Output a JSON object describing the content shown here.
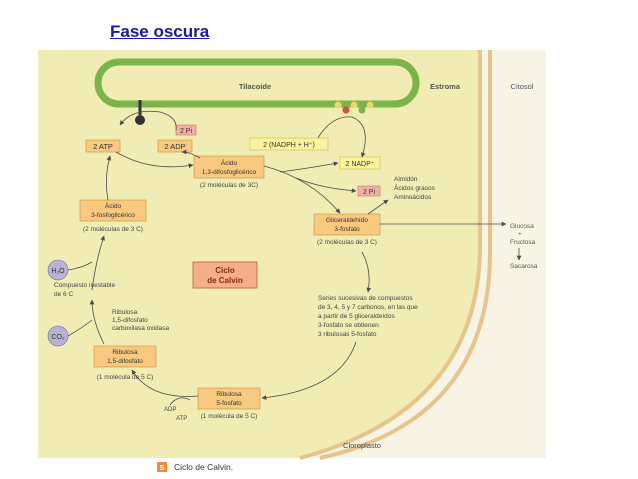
{
  "page": {
    "title": "Fase oscura"
  },
  "diagram": {
    "regions": {
      "thylakoid": "Tilacoide",
      "stroma": "Estroma",
      "cytosol": "Citosol",
      "chloroplast": "Cloroplasto"
    },
    "boxes": {
      "two_pi_top": "2 Pi",
      "two_atp": "2 ATP",
      "two_adp": "2 ADP",
      "nadph": "2 (NADPH + H⁺)",
      "nadp": "2 NADP⁺",
      "two_pi_mid": "2 Pi",
      "bpg_line1": "Ácido",
      "bpg_line2": "1,3-difosfoglicérico",
      "pga_line1": "Ácido",
      "pga_line2": "3-fosfoglicérico",
      "g3p_line1": "Gliceraldehído",
      "g3p_line2": "3-fosfato",
      "rubp_line1": "Ribulosa",
      "rubp_line2": "1,5-difosfato",
      "ru5p_line1": "Ribulosa",
      "ru5p_line2": "5-fosfato",
      "calvin_line1": "Ciclo",
      "calvin_line2": "de Calvin"
    },
    "labels": {
      "bpg_count": "(2 moléculas de 3C)",
      "pga_count": "(2 moléculas de 3 C)",
      "g3p_count": "(2 moléculas de 3 C)",
      "rubp_count": "(1 molécula de 5 C)",
      "ru5p_count": "(1 molécula de 5 C)",
      "unstable_1": "Compuesto inestable",
      "unstable_2": "de 6 C",
      "enzyme_1": "Ribulosa",
      "enzyme_2": "1,5-difosfato",
      "enzyme_3": "carboxilasa oxidasa",
      "products_1": "Almidón",
      "products_2": "Ácidos grasos",
      "products_3": "Aminoácidos",
      "series_1": "Series sucesivas de compuestos",
      "series_2": "de 3, 4, 5 y 7 carbonos, en las que",
      "series_3": "a partir de 5 gliceraldeídos",
      "series_4": "3-fosfato se obtienen",
      "series_5": "3 ribulosas 5-fosfato",
      "glucosa": "Glucosa",
      "plus": "+",
      "fructosa": "Fructosa",
      "sacarosa": "Sacarosa",
      "adp": "ADP",
      "atp": "ATP",
      "h2o": "H₂O",
      "co2": "CO₂"
    },
    "caption": {
      "number": "5",
      "text": "Ciclo de Calvin."
    },
    "colors": {
      "stroma": "#f1ecb4",
      "thylakoid_ring": "#7bb448",
      "membrane": "#e7c48a",
      "box_orange": "#f8c97e",
      "box_yellow": "#fbf39c",
      "box_red": "#f3b0a6",
      "arrow": "#4a4a4a",
      "molecule": "#b7b3d4"
    }
  }
}
